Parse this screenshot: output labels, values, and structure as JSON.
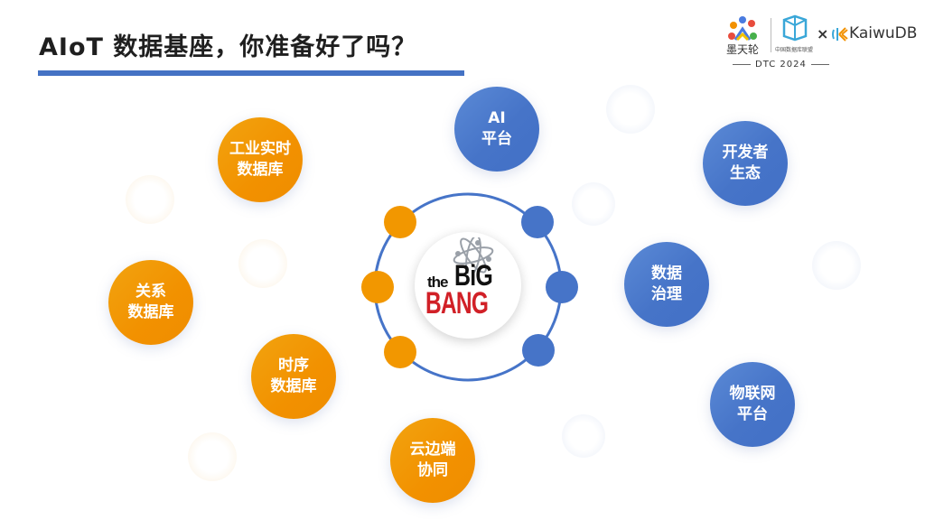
{
  "slide": {
    "title": "AIoT 数据基座，你准备好了吗？",
    "accent_color": "#4472c4"
  },
  "logos": {
    "tianlun": "墨天轮",
    "cdm_alliance": "中国数据库联盟",
    "event": "DTC 2024",
    "separator": "×",
    "partner": "KaiwuDB"
  },
  "center_logo": {
    "line1_small": "the",
    "line1_big": "BiG",
    "line2": "BANG"
  },
  "left_items": [
    {
      "lines": [
        "工业实时",
        "数据库"
      ]
    },
    {
      "lines": [
        "关系",
        "数据库"
      ]
    },
    {
      "lines": [
        "时序",
        "数据库"
      ]
    },
    {
      "lines": [
        "云边端",
        "协同"
      ]
    }
  ],
  "right_items": [
    {
      "lines": [
        "AI",
        "平台"
      ]
    },
    {
      "lines": [
        "开发者",
        "生态"
      ]
    },
    {
      "lines": [
        "数据",
        "治理"
      ]
    },
    {
      "lines": [
        "物联网",
        "平台"
      ]
    }
  ],
  "colors": {
    "orange": "#f29100",
    "blue": "#4674c8",
    "bang_red": "#d12027"
  }
}
